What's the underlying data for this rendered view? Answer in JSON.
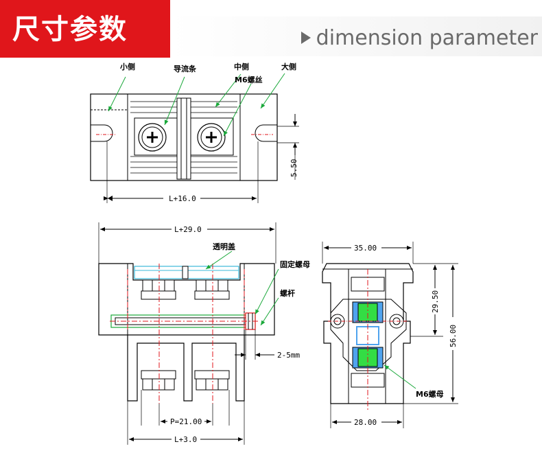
{
  "header": {
    "title": "尺寸参数",
    "subtitle": "dimension parameter"
  },
  "top_view": {
    "label_small_side": "小侧",
    "label_guide_bar": "导流条",
    "label_middle_side": "中侧",
    "label_m6_screw": "M6螺丝",
    "label_large_side": "大侧",
    "dim_width": "L+16.0",
    "dim_slot": "5.50"
  },
  "front_view": {
    "dim_overall": "L+29.0",
    "label_cover": "透明盖",
    "label_fixed_nut": "固定螺母",
    "label_rod": "螺杆",
    "dim_gap": "2-5mm",
    "dim_pitch": "P=21.00",
    "dim_base": "L+3.0"
  },
  "side_view": {
    "dim_top": "35.00",
    "dim_height_upper": "29.50",
    "dim_height_total": "56.00",
    "label_m6_nut": "M6螺母",
    "dim_bottom": "28.00"
  },
  "colors": {
    "accent_red": "#e0161b",
    "subtitle_grey": "#6a6a6a",
    "centerline_red": "#e0161b",
    "leader_green": "#1aa83a",
    "cover_cyan": "#3ab8d8",
    "spring_green": "#33dd44"
  }
}
